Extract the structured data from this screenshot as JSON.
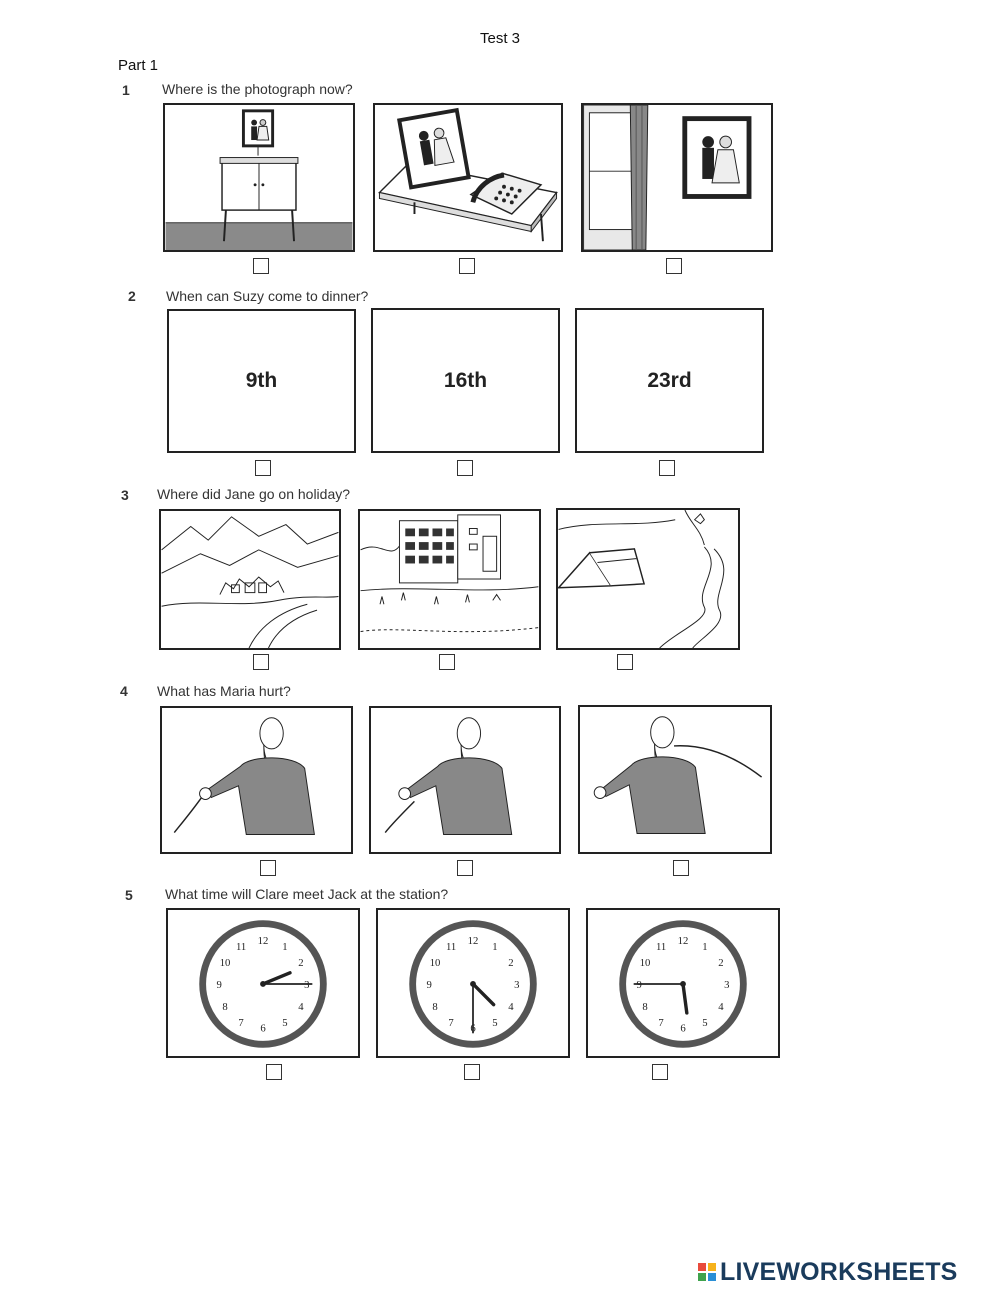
{
  "header": {
    "title": "Test 3",
    "part": "Part 1"
  },
  "questions": [
    {
      "num": "1",
      "text": "Where is the photograph now?"
    },
    {
      "num": "2",
      "text": "When can Suzy come to dinner?",
      "options": [
        "9th",
        "16th",
        "23rd"
      ]
    },
    {
      "num": "3",
      "text": "Where did Jane go on holiday?"
    },
    {
      "num": "4",
      "text": "What has Maria hurt?"
    },
    {
      "num": "5",
      "text": "What time will Clare meet Jack at the station?"
    }
  ],
  "logo": {
    "text": "LIVEWORKSHEETS",
    "colors": [
      "#e94b3c",
      "#f6b21b",
      "#3fa34d",
      "#2a8fd6"
    ]
  }
}
